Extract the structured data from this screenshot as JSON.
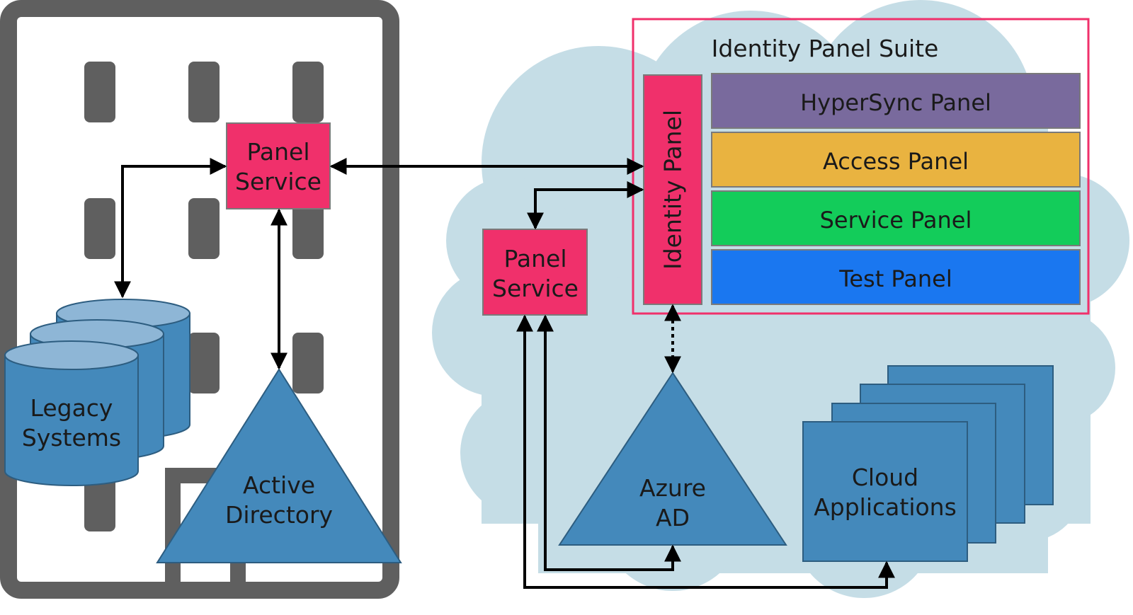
{
  "colors": {
    "building": "#5f5f5f",
    "cloud": "#c5dde6",
    "pink": "#f0306b",
    "blue_shape": "#4489bb",
    "cylinder_top": "#8eb6d6",
    "hypersync": "#796a9d",
    "access": "#e9b340",
    "service": "#13cc5a",
    "test": "#1a77f0",
    "arrow": "#000000"
  },
  "on_premises": {
    "panel_service": {
      "line1": "Panel",
      "line2": "Service"
    },
    "legacy_systems": {
      "line1": "Legacy",
      "line2": "Systems"
    },
    "active_directory": {
      "line1": "Active",
      "line2": "Directory"
    }
  },
  "cloud": {
    "suite_title": "Identity Panel Suite",
    "identity_panel": "Identity Panel",
    "panels": [
      "HyperSync Panel",
      "Access Panel",
      "Service Panel",
      "Test Panel"
    ],
    "panel_service": {
      "line1": "Panel",
      "line2": "Service"
    },
    "azure_ad": {
      "line1": "Azure",
      "line2": "AD"
    },
    "cloud_apps": {
      "line1": "Cloud",
      "line2": "Applications"
    }
  }
}
